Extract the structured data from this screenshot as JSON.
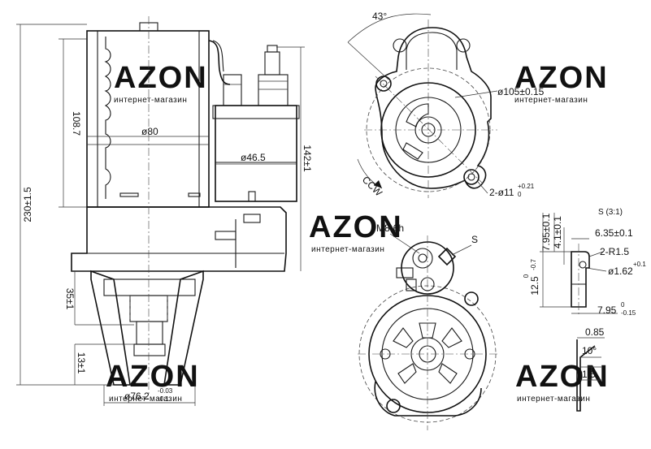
{
  "watermark": {
    "brand": "AZON",
    "tagline": "интернет-магазин"
  },
  "dimensions": {
    "overall_length": "230±1.5",
    "housing_length": "108.7",
    "body_diameter": "ø80",
    "solenoid_diameter": "ø46.5",
    "solenoid_length": "142±1",
    "flange_to_pinion": "35±1",
    "pinion_length": "13±1",
    "pilot_diameter_base": "ø76.2",
    "pilot_diameter_tol_upper": "-0.03",
    "pilot_diameter_tol_lower": "-0.1",
    "rotation_angle": "43°",
    "rotation_direction": "CCW",
    "bolt_circle": "ø105±0.15",
    "mount_holes_base": "2-ø11",
    "mount_holes_tol_upper": "+0.21",
    "mount_holes_tol_lower": "0",
    "thread": "M8-6h",
    "detail_marker": "S",
    "detail_title": "S (3:1)",
    "terminal_height": "7.95±0.1",
    "terminal_offset": "4.1±0.1",
    "terminal_width": "6.35±0.1",
    "terminal_radius": "2-R1.5",
    "terminal_hole_base": "ø1.62",
    "terminal_hole_tol": "+0.1",
    "terminal_length_base": "12.5",
    "terminal_length_tol_upper": "0",
    "terminal_length_tol_lower": "-0.7",
    "terminal_bottom_base": "7.95",
    "terminal_bottom_tol_upper": "0",
    "terminal_bottom_tol_lower": "-0.15",
    "blade_thickness": "0.85",
    "blade_angle": "10°",
    "blade_tip": "1.5"
  }
}
